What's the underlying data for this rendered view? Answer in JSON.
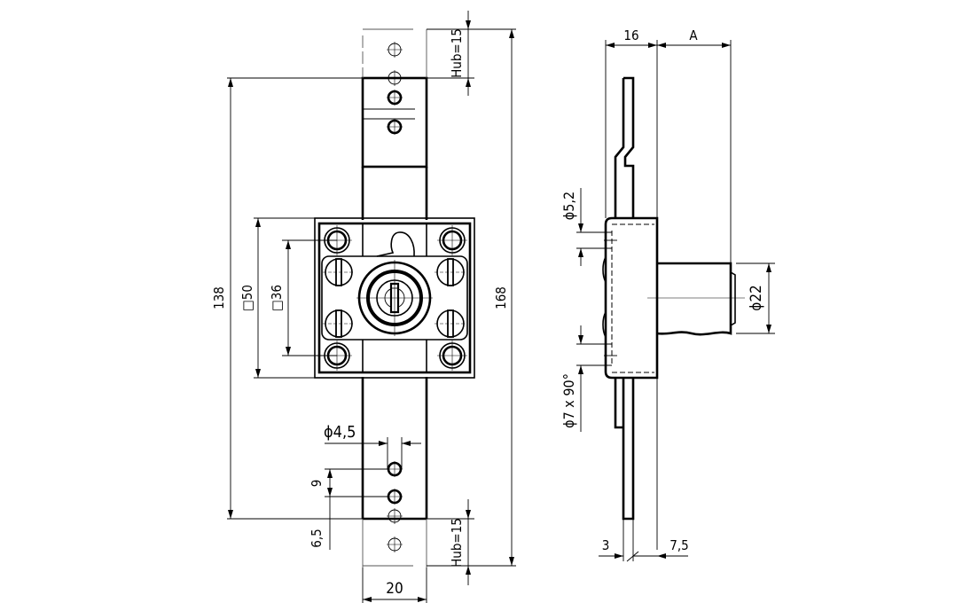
{
  "drawing": {
    "title": "Rim lock with cylinder - technical drawing",
    "views": [
      "front-view",
      "side-view"
    ],
    "front_view": {
      "dimensions": {
        "overall_height": "138",
        "travel_height": "168",
        "housing_outer": "□50",
        "housing_inner": "□36",
        "hole_diameter": "ϕ4,5",
        "hole_spacing": "9",
        "edge_offset": "6,5",
        "bar_width": "20",
        "stroke_top": "Hub=15",
        "stroke_bottom": "Hub=15"
      }
    },
    "side_view": {
      "dimensions": {
        "depth": "16",
        "projection": "A",
        "screw_hole": "ϕ5,2",
        "countersink": "ϕ7 x 90°",
        "cylinder_diameter": "ϕ22",
        "bar_thickness": "3",
        "bar_offset": "7,5"
      }
    }
  }
}
